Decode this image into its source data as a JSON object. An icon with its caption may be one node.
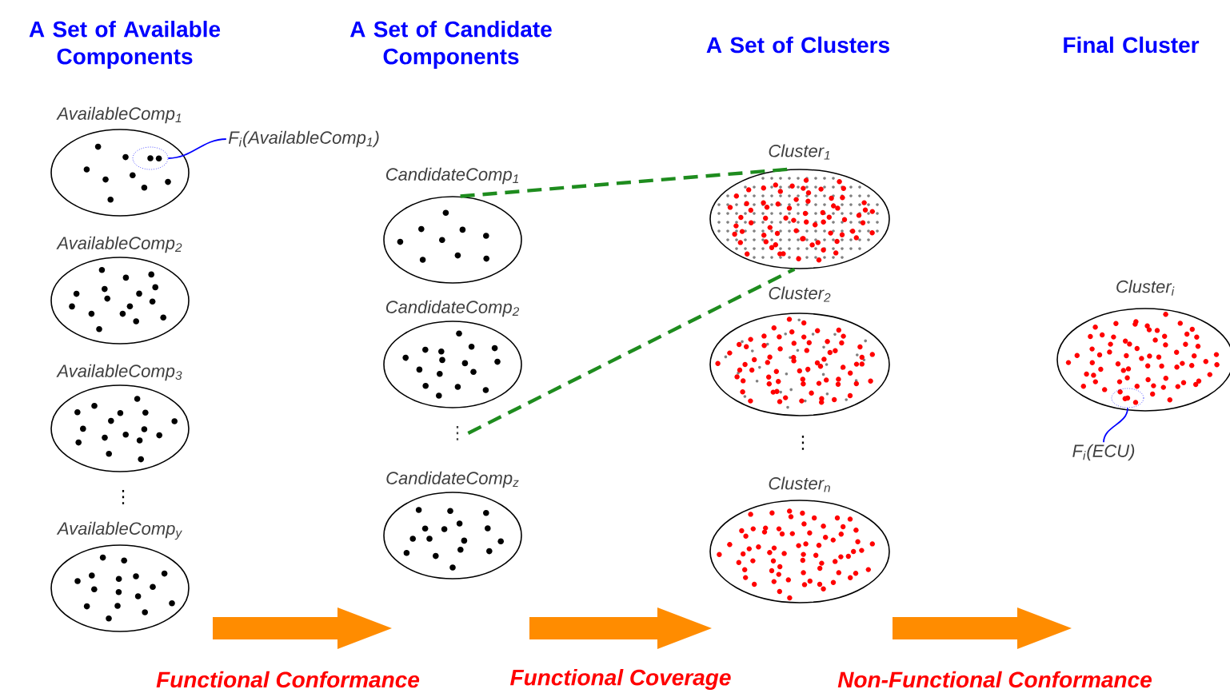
{
  "diagram": {
    "nodes": [
      {
        "text": [
          "AvailableComp$_{1}$"
        ]
      },
      {
        "text": [
          "AvailableComp$_{2}$"
        ]
      },
      {
        "text": [
          "AvailableComp$_{3}$"
        ]
      },
      {
        "text": [
          "AvailableComp$_{y}$"
        ]
      },
      {
        "text": [
          "CandidateComp$_{1}$"
        ]
      },
      {
        "text": [
          "CandidateComp$_{2}$"
        ]
      },
      {
        "text": [
          "CandidateComp$_{z}$"
        ]
      },
      {
        "text": [
          "Cluster$_{1}$"
        ]
      },
      {
        "text": [
          "Cluster$_{2}$"
        ]
      },
      {
        "text": [
          "Cluster$_{n}$"
        ]
      },
      {
        "text": [
          "Cluster$_{i}$"
        ]
      },
      {
        "text": [
          "F$_{i}$(AvailableComp$_{1}$)"
        ]
      },
      {
        "text": [],
        "shape": "circle",
        "in": 0
      },
      {
        "text": [
          "F$_{i}$(ECU)"
        ]
      },
      {
        "text": [],
        "shape": "circle",
        "in": 10
      },
      {
        "text": [
          "⋮"
        ]
      }
    ],
    "edges": [
      {
        "from": 4,
        "to": 7,
        "arrow": "none",
        "style": "dashed",
        "color": "#1e8c1e"
      },
      {
        "from": 15,
        "to": 7,
        "arrow": "none",
        "style": "dashed",
        "color": "#1e8c1e"
      },
      {
        "from": 11,
        "to": 12,
        "arrow": "none",
        "color": "#0000ff"
      },
      {
        "from": 13,
        "to": 14,
        "arrow": "none",
        "color": "#0000ff"
      }
    ],
    "labels": [
      "A Set of Available Components",
      "A Set of Candidate Components",
      "A Set of Clusters",
      "Final Cluster",
      "⋮",
      "⋮",
      "Functional Conformance",
      "Functional Coverage",
      "Non-Functional Conformance"
    ]
  }
}
